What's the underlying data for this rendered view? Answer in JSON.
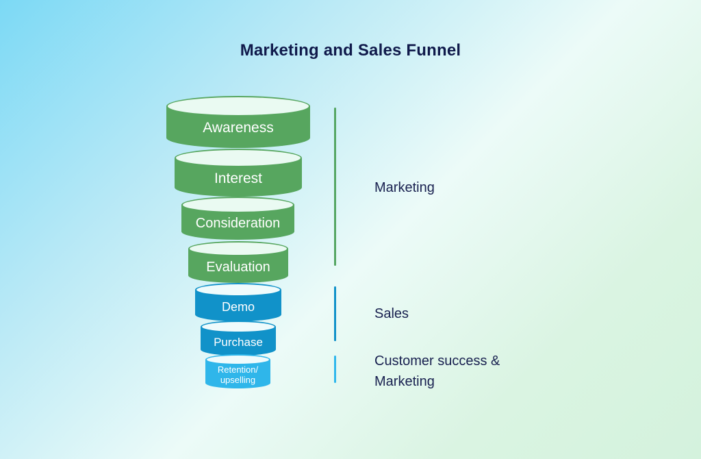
{
  "title": "Marketing and Sales Funnel",
  "palette": {
    "background_top_left": "#7cd9f5",
    "background_center": "#ecfbf8",
    "background_bottom_right": "#d4f2dd",
    "stage_green": "#57a65f",
    "stage_green_top": "#eafaf2",
    "stage_blue": "#1192c9",
    "stage_light_blue": "#2fb6ea",
    "stage_blue_top": "#effbfc",
    "title_text": "#101a4b",
    "annotation_text": "#18204f",
    "stage_text": "#ffffff"
  },
  "funnel": {
    "stages": [
      {
        "label": "Awareness",
        "color": "#57a65f",
        "group": "Marketing"
      },
      {
        "label": "Interest",
        "color": "#57a65f",
        "group": "Marketing"
      },
      {
        "label": "Consideration",
        "color": "#57a65f",
        "group": "Marketing"
      },
      {
        "label": "Evaluation",
        "color": "#57a65f",
        "group": "Marketing"
      },
      {
        "label": "Demo",
        "color": "#1192c9",
        "group": "Sales"
      },
      {
        "label": "Purchase",
        "color": "#1192c9",
        "group": "Sales"
      },
      {
        "label": "Retention/\nupselling",
        "color": "#2fb6ea",
        "group": "Customer success & Marketing"
      }
    ]
  },
  "annotations": [
    {
      "label": "Marketing",
      "line_color": "#55a663"
    },
    {
      "label": "Sales",
      "line_color": "#1191c9"
    },
    {
      "label": "Customer success & Marketing",
      "line_color": "#2fb7ec"
    }
  ]
}
